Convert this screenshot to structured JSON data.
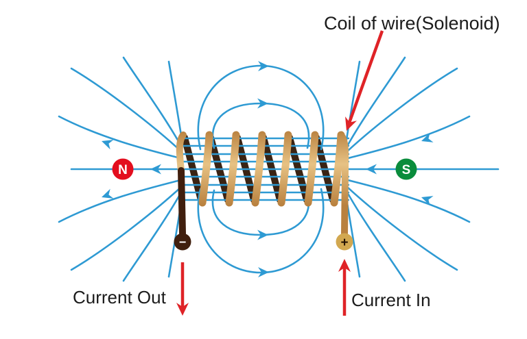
{
  "title": {
    "label": "Coil of wire(Solenoid)"
  },
  "labels": {
    "current_out": "Current Out",
    "current_in": "Current In"
  },
  "poles": {
    "north": {
      "label": "N",
      "color": "#e30e1e"
    },
    "south": {
      "label": "S",
      "color": "#0a8c3c"
    }
  },
  "terminals": {
    "negative": {
      "symbol": "−"
    },
    "positive": {
      "symbol": "+"
    }
  },
  "colors": {
    "field_blue": "#2e9ad3",
    "coil_gold": "#cf9d58",
    "coil_gold_light": "#e7c284",
    "coil_gold_deep": "#b9813f",
    "coil_dark": "#3a2313",
    "wire_dark": "#401f0e",
    "terminal_gold": "#d2a850",
    "arrow_red": "#df2327",
    "pole_n_red": "#e30e1e",
    "pole_s_green": "#0a8c3c",
    "text_color": "#1b1b1b"
  }
}
